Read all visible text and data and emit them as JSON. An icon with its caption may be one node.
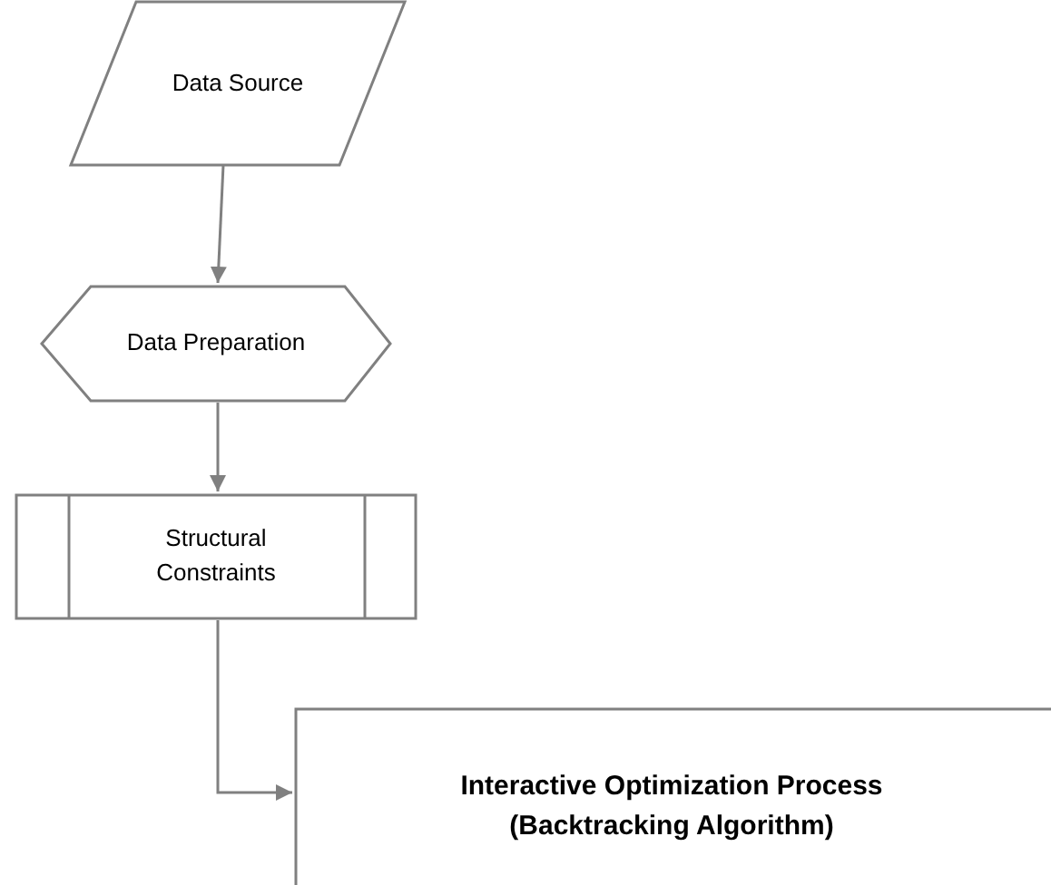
{
  "diagram": {
    "nodes": [
      {
        "text": [
          "Data Source"
        ]
      },
      {
        "text": [
          "Data Preparation"
        ]
      },
      {
        "text": [
          "Structural Constraints"
        ]
      },
      {
        "text": [
          "Interactive Optimization Process (Backtracking Algorithm)"
        ]
      }
    ],
    "edges": [
      {
        "from": 0,
        "to": 1,
        "arrow": "to"
      },
      {
        "from": 1,
        "to": 2,
        "arrow": "to"
      },
      {
        "from": 2,
        "to": 3,
        "arrow": "to"
      }
    ]
  }
}
